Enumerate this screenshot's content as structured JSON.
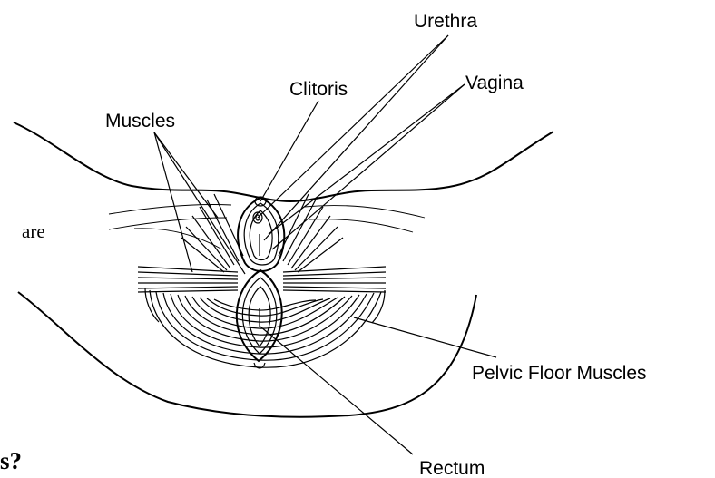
{
  "labels": {
    "urethra": "Urethra",
    "clitoris": "Clitoris",
    "vagina": "Vagina",
    "muscles": "Muscles",
    "pelvic_floor": "Pelvic Floor Muscles",
    "rectum": "Rectum"
  },
  "page_fragments": {
    "left_text": "are",
    "bottom_text": "s?"
  }
}
